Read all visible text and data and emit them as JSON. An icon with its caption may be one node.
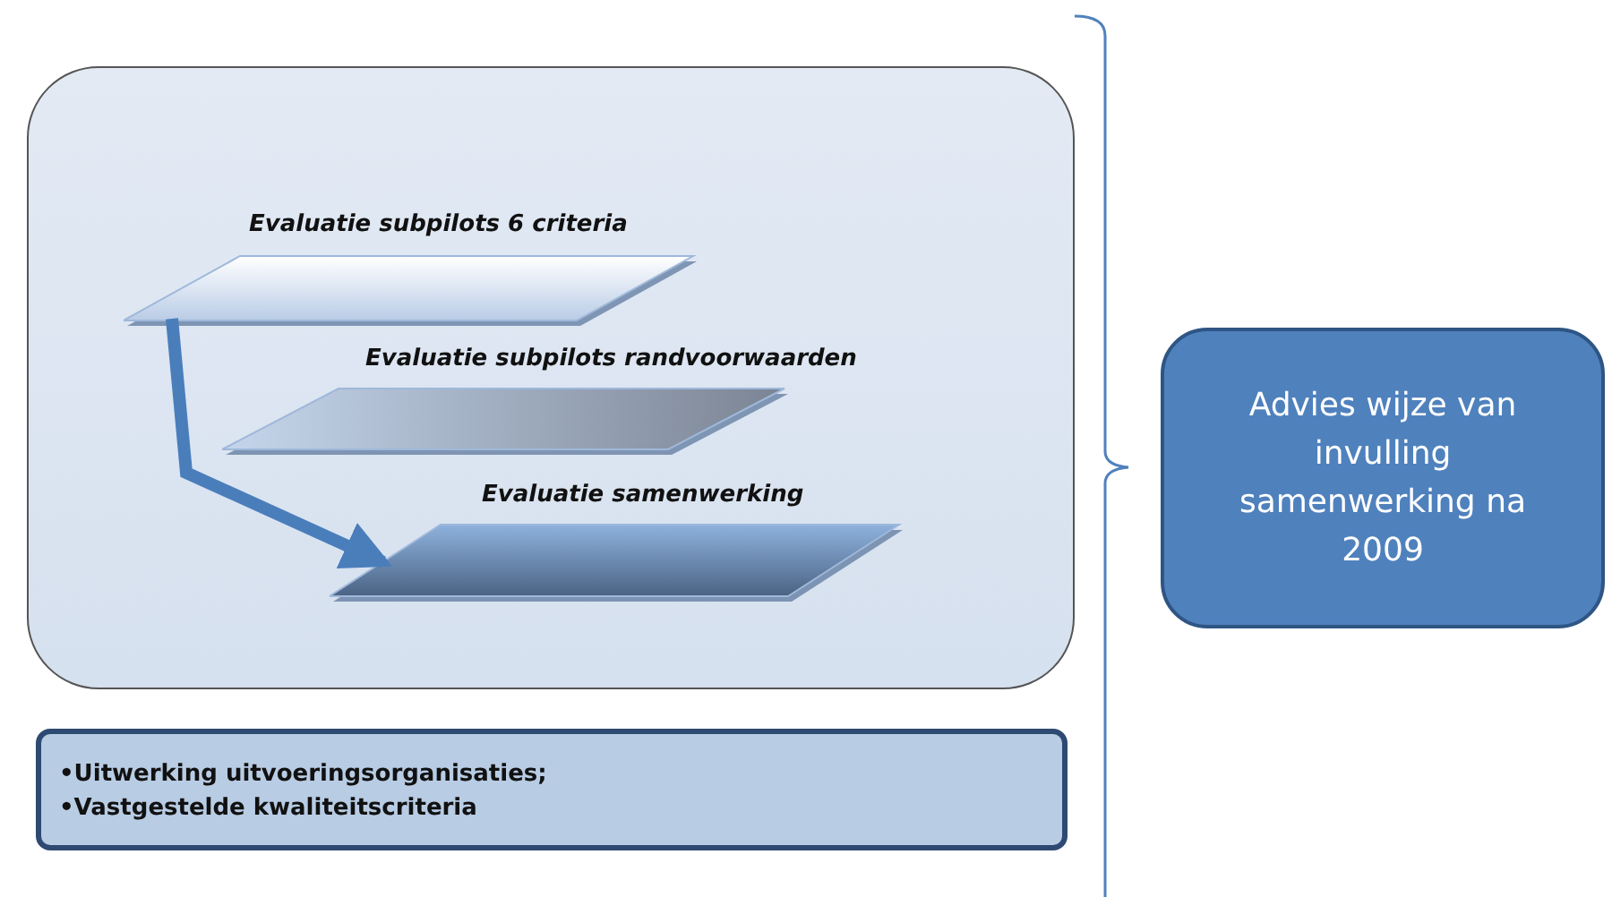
{
  "diagram": {
    "nodes": [
      {
        "text": [],
        "shape": "box"
      },
      {
        "text": [
          "Evaluatie subpilots 6 criteria"
        ],
        "in": 0
      },
      {
        "text": [
          "Evaluatie subpilots randvoorwaarden"
        ],
        "in": 0
      },
      {
        "text": [
          "Evaluatie samenwerking"
        ],
        "in": 0
      },
      {
        "text": [
          "•Uitwerking uitvoeringsorganisaties;",
          "•Vastgestelde kwaliteitscriteria"
        ]
      },
      {
        "text": [
          "Advies wijze van invulling samenwerking na 2009"
        ]
      }
    ],
    "edges": [
      {
        "from": 1,
        "to": 3,
        "arrow": "to"
      }
    ]
  }
}
